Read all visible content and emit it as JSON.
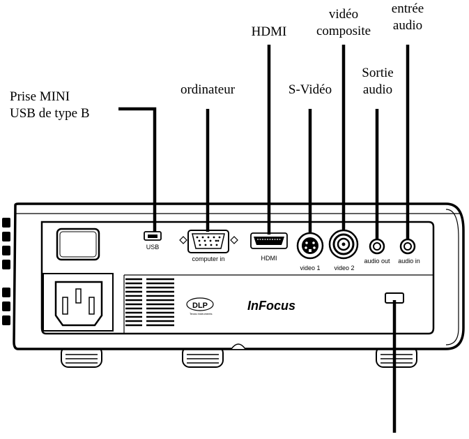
{
  "callouts": {
    "usb_mini_line1": "Prise MINI",
    "usb_mini_line2": "USB de type B",
    "computer": "ordinateur",
    "hdmi": "HDMI",
    "svideo": "S-Vidéo",
    "composite_line1": "vidéo",
    "composite_line2": "composite",
    "audio_out_line1": "Sortie",
    "audio_out_line2": "audio",
    "audio_in_line1": "entrée",
    "audio_in_line2": "audio"
  },
  "port_labels": {
    "usb": "USB",
    "computer_in": "computer in",
    "hdmi": "HDMI",
    "video1": "video 1",
    "video2": "video 2",
    "audio_out": "audio out",
    "audio_in": "audio in"
  },
  "branding": {
    "brand": "InFocus",
    "dlp": "DLP",
    "dlp_sub": "Texas Instruments"
  },
  "colors": {
    "line": "#000000",
    "body": "#ffffff"
  }
}
